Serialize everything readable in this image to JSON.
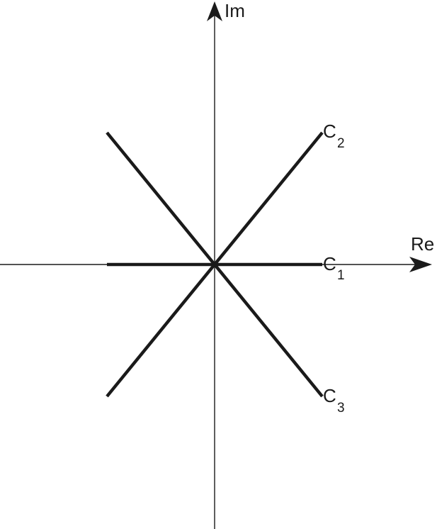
{
  "axes": {
    "real_label": "Re",
    "imag_label": "Im"
  },
  "contours": [
    {
      "letter": "C",
      "subscript": "1"
    },
    {
      "letter": "C",
      "subscript": "2"
    },
    {
      "letter": "C",
      "subscript": "3"
    }
  ],
  "colors": {
    "ink": "#1a1a1a",
    "background": "#ffffff"
  }
}
